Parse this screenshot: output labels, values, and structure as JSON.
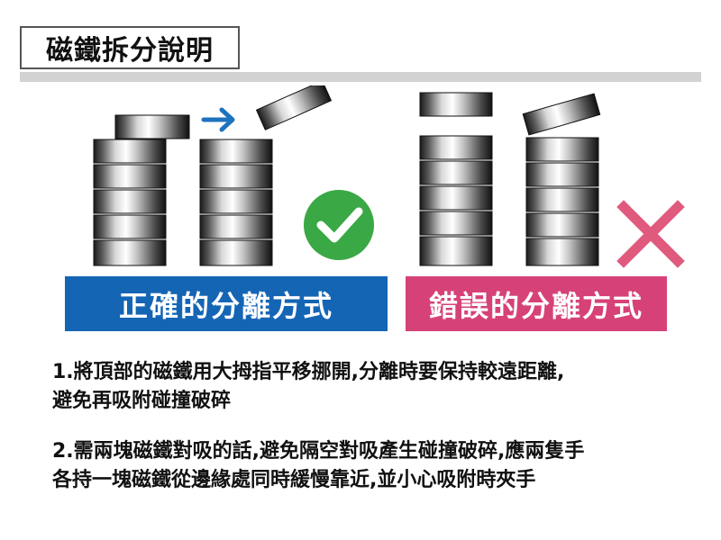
{
  "title": "磁鐵拆分說明",
  "banners": {
    "correct": "正確的分離方式",
    "wrong": "錯誤的分離方式"
  },
  "icons": {
    "correct": "check-icon",
    "wrong": "cross-icon",
    "direction": "arrow-right-icon"
  },
  "colors": {
    "correct_banner": "#1565b5",
    "wrong_banner": "#d64278",
    "check_circle": "#3aa845",
    "cross": "#e05a7e",
    "arrow": "#1e73be"
  },
  "instructions": [
    {
      "line1": "1.將頂部的磁鐵用大拇指平移挪開,分離時要保持較遠距離,",
      "line2": "避免再吸附碰撞破碎"
    },
    {
      "line1": "2.需兩塊磁鐵對吸的話,避免隔空對吸產生碰撞破碎,應兩隻手",
      "line2": "各持一塊磁鐵從邊緣處同時緩慢靠近,並小心吸附時夾手"
    }
  ]
}
